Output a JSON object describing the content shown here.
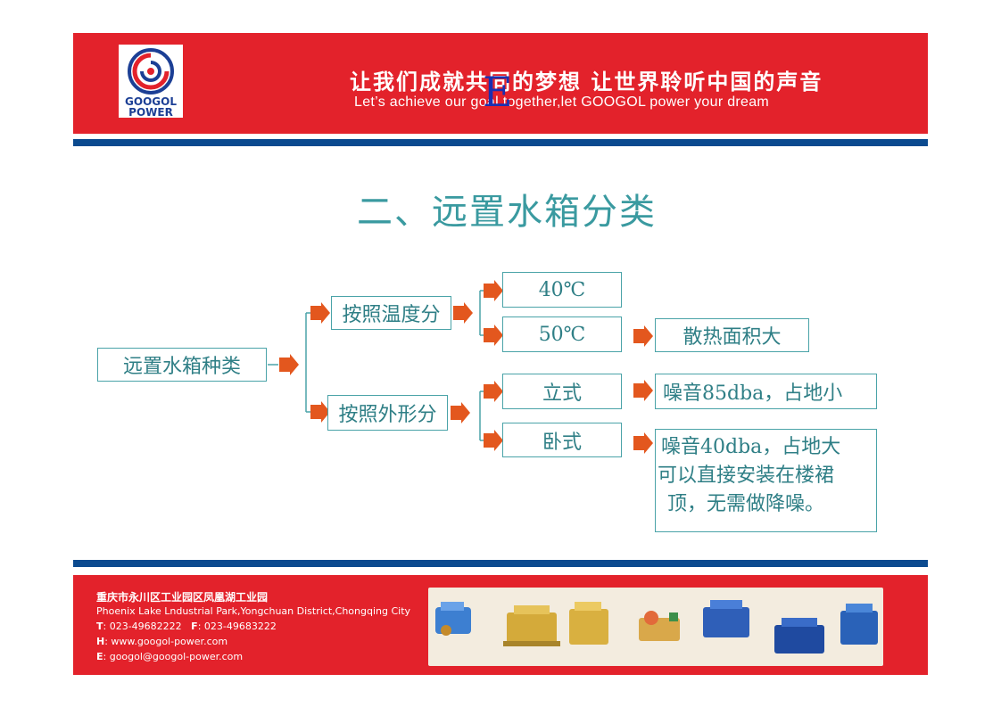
{
  "header": {
    "logo_text": "GOOGOL POWER",
    "logo_line1": "GOOGOL",
    "logo_line2": "POWER",
    "slogan_cn": "让我们成就共同的梦想 让世界聆听中国的声音",
    "slogan_en": "Let’s  achieve our goal together,let GOOGOL power your dream",
    "stray_letter": "E"
  },
  "title": "二、远置水箱分类",
  "diagram": {
    "root": "远置水箱种类",
    "branch_temp": "按照温度分",
    "branch_shape": "按照外形分",
    "temp_40": "40℃",
    "temp_50": "50℃",
    "result_50": "散热面积大",
    "shape_vertical": "立式",
    "shape_horizontal": "卧式",
    "result_vertical": "噪音85dba，占地小",
    "result_horizontal_lines": [
      "噪音40dba，占地大",
      "可以直接安装在楼裙",
      " 顶，无需做降噪。"
    ]
  },
  "footer": {
    "address_cn": "重庆市永川区工业园区凤凰湖工业园",
    "address_en": "Phoenix Lake Lndustrial Park,Yongchuan District,Chongqing City",
    "phone_label": "T",
    "phone": ": 023-49682222",
    "fax_label": "F",
    "fax": ": 023-49683222",
    "web_label": "H",
    "web": ": www.googol-power.com",
    "email_label": "E",
    "email": ": googol@googol-power.com"
  },
  "colors": {
    "brand_red": "#e3222b",
    "brand_blue": "#0b4a8f",
    "teal": "#3a9aa0",
    "arrow_orange": "#e3571e"
  }
}
